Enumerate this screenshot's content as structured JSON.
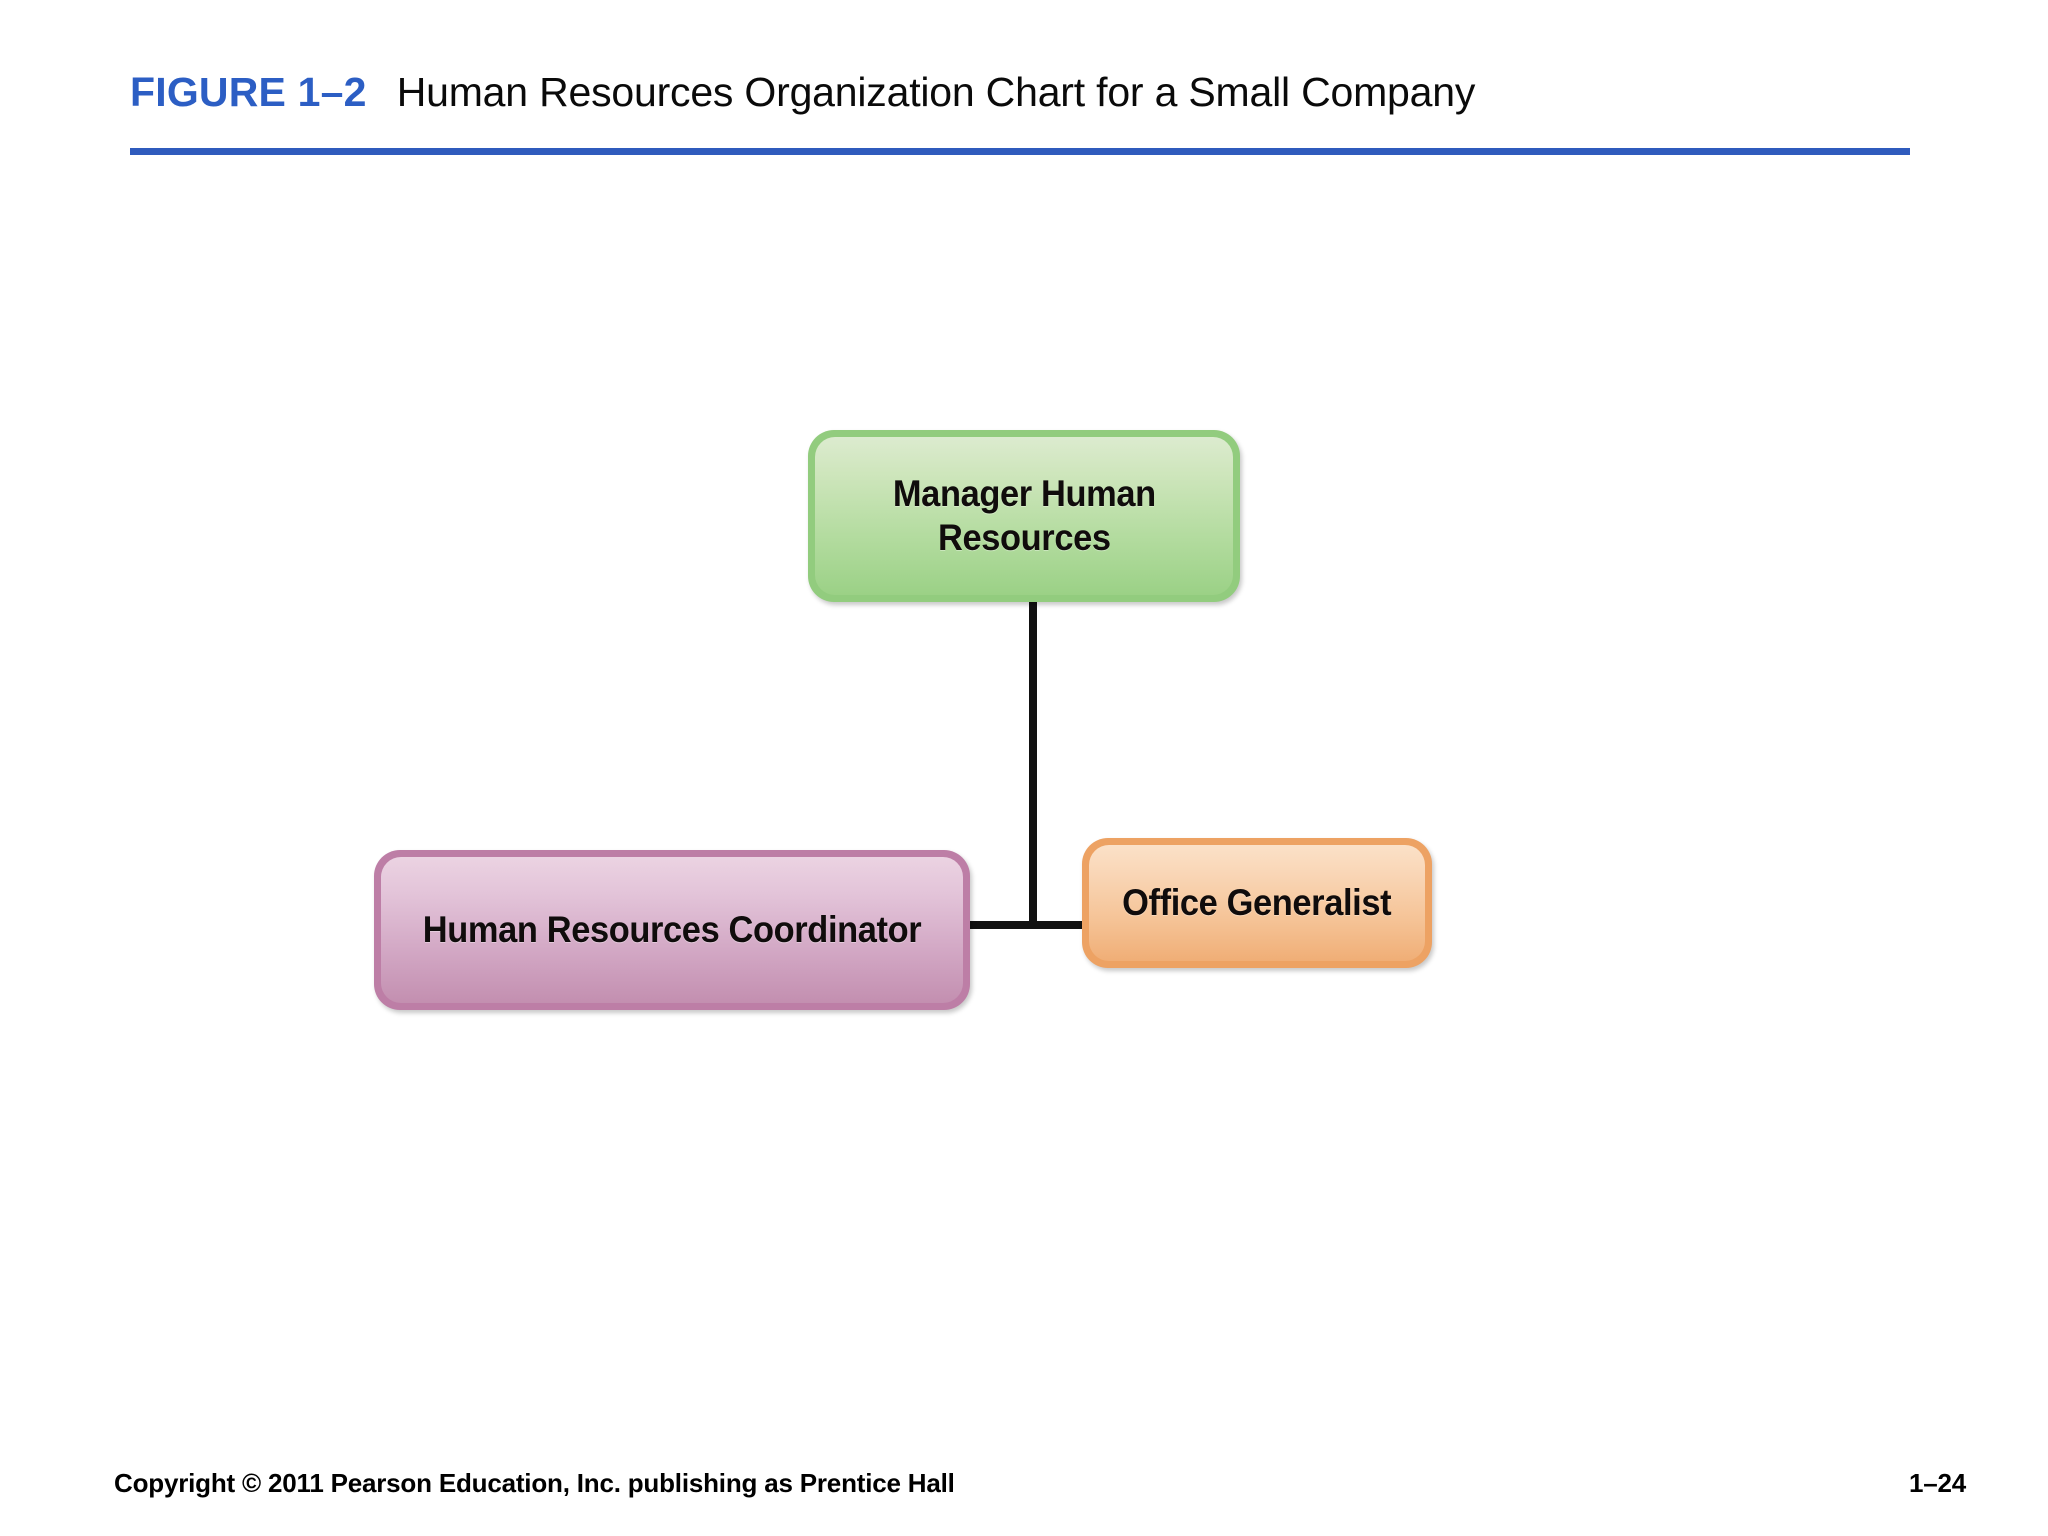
{
  "slide": {
    "background_color": "#ffffff",
    "header": {
      "figure_label": "FIGURE 1–2",
      "figure_label_color": "#2c5ec4",
      "title": "Human Resources Organization Chart for a Small Company",
      "title_color": "#0a0a0a",
      "rule_color": "#2f5bbd"
    },
    "footer": {
      "copyright": "Copyright © 2011 Pearson Education, Inc. publishing as Prentice Hall",
      "page_number": "1–24"
    }
  },
  "chart_data": {
    "type": "diagram",
    "diagram_kind": "organization-chart",
    "title": "Human Resources Organization Chart for a Small Company",
    "orientation": "top-down",
    "connector_color": "#111111",
    "nodes": [
      {
        "id": "manager",
        "label": "Manager Human Resources",
        "label_lines": [
          "Manager Human",
          "Resources"
        ],
        "level": 0,
        "fill_top": "#dcebcf",
        "fill_bottom": "#9bd186",
        "border_color": "#92cc7e",
        "text_color": "#100c0c"
      },
      {
        "id": "coordinator",
        "label": "Human Resources Coordinator",
        "label_lines": [
          "Human Resources Coordinator"
        ],
        "level": 1,
        "fill_top": "#ebd3e2",
        "fill_bottom": "#c38fb0",
        "border_color": "#bd7ea6",
        "text_color": "#100c0c"
      },
      {
        "id": "generalist",
        "label": "Office Generalist",
        "label_lines": [
          "Office Generalist"
        ],
        "level": 1,
        "fill_top": "#fbe1c8",
        "fill_bottom": "#f0ae76",
        "border_color": "#eda263",
        "text_color": "#100c0c"
      }
    ],
    "edges": [
      {
        "from": "manager",
        "to": "coordinator"
      },
      {
        "from": "manager",
        "to": "generalist"
      }
    ]
  }
}
